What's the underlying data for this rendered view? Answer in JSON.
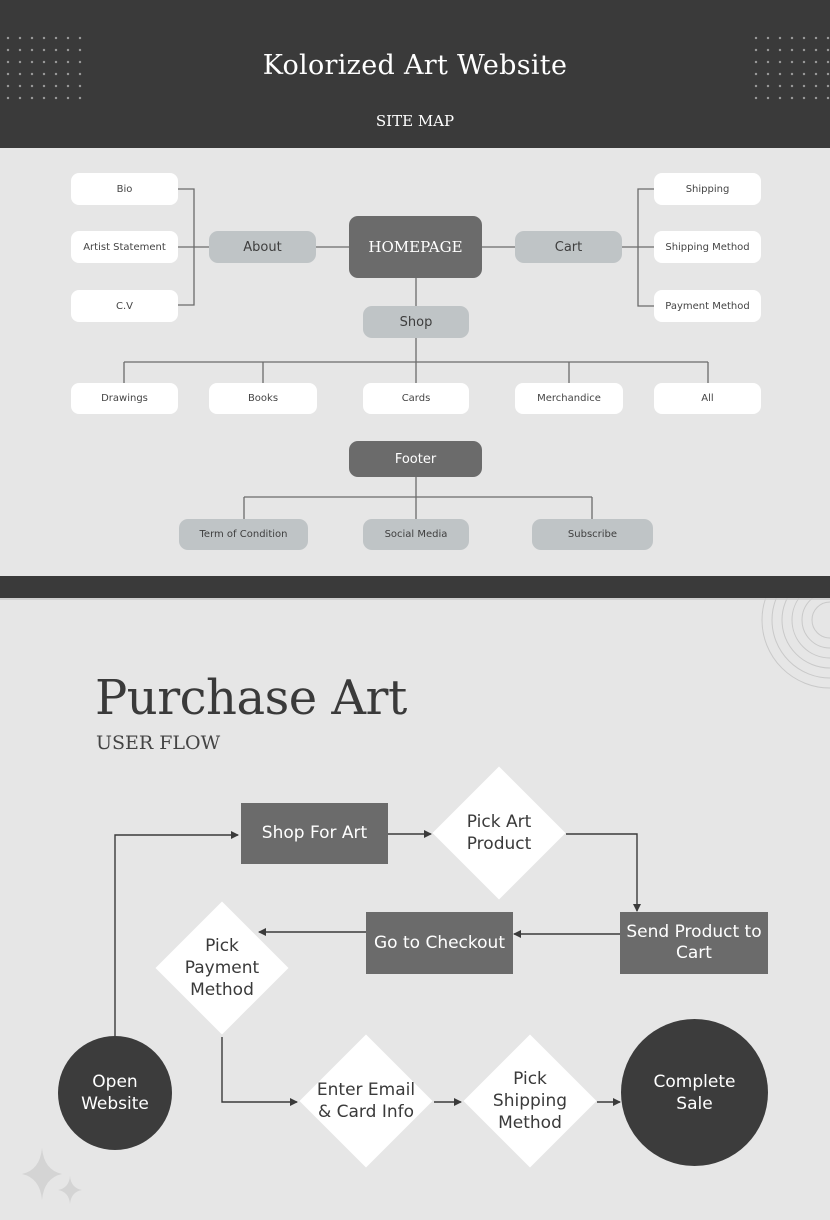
{
  "sitemap": {
    "title": "Kolorized Art Website",
    "subtitle": "SITE MAP",
    "nodes": {
      "bio": "Bio",
      "artist_statement": "Artist Statement",
      "cv": "C.V",
      "about": "About",
      "homepage": "HOMEPAGE",
      "cart": "Cart",
      "shipping": "Shipping",
      "shipping_method": "Shipping Method",
      "payment_method": "Payment Method",
      "shop": "Shop",
      "drawings": "Drawings",
      "books": "Books",
      "cards": "Cards",
      "merchandice": "Merchandice",
      "all": "All",
      "footer": "Footer",
      "term_of_condition": "Term of Condition",
      "social_media": "Social Media",
      "subscribe": "Subscribe"
    }
  },
  "userflow": {
    "title": "Purchase Art",
    "subtitle": "USER FLOW",
    "steps": {
      "open_website": "Open Website",
      "shop_for_art": "Shop For Art",
      "pick_art_product": "Pick Art Product",
      "send_product_to_cart": "Send Product to Cart",
      "go_to_checkout": "Go to Checkout",
      "pick_payment_method": "Pick Payment Method",
      "enter_email_card_info": "Enter Email & Card Info",
      "pick_shipping_method": "Pick Shipping Method",
      "complete_sale": "Complete Sale"
    }
  },
  "colors": {
    "dark": "#3a3a3a",
    "medium": "#6b6b6b",
    "light": "#bfc4c6",
    "background": "#e6e6e6",
    "white": "#ffffff"
  },
  "icons": [
    "dot-grid-decoration",
    "arc-lines-decoration",
    "sparkle-icon"
  ]
}
